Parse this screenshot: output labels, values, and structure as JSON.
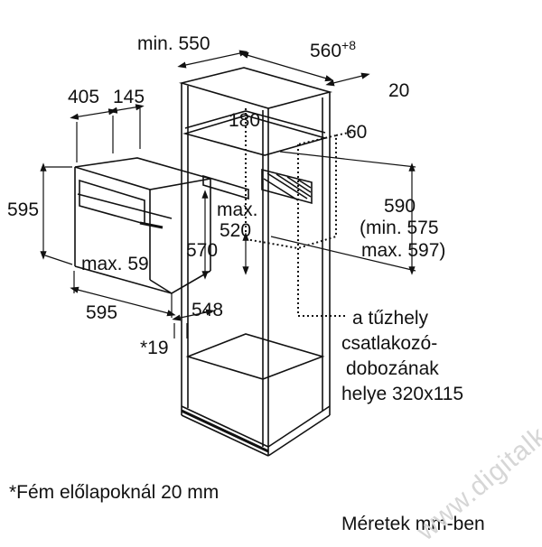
{
  "dimensions": {
    "min_550": "min. 550",
    "w_560": "560",
    "w_560_sup": "+8",
    "d_20": "20",
    "d_405": "405",
    "d_145": "145",
    "d_180": "180",
    "d_60": "60",
    "h_595_left": "595",
    "max_520_a": "max.",
    "max_520_b": "520",
    "h_590": "590",
    "h_590_min": "(min. 575",
    "h_590_max": "max. 597)",
    "h_570": "570",
    "max_59": "max. 59",
    "w_595_bottom": "595",
    "d_548": "548",
    "star_19": "*19"
  },
  "annotations": {
    "socket_line1": "a tűzhely",
    "socket_line2": "csatlakozó-",
    "socket_line3": "dobozának",
    "socket_line4": "helye 320x115"
  },
  "footer": {
    "metal_note": "*Fém előlapoknál 20 mm",
    "units_note": "Méretek mm-ben"
  },
  "watermark": "www.digitalko.hu"
}
